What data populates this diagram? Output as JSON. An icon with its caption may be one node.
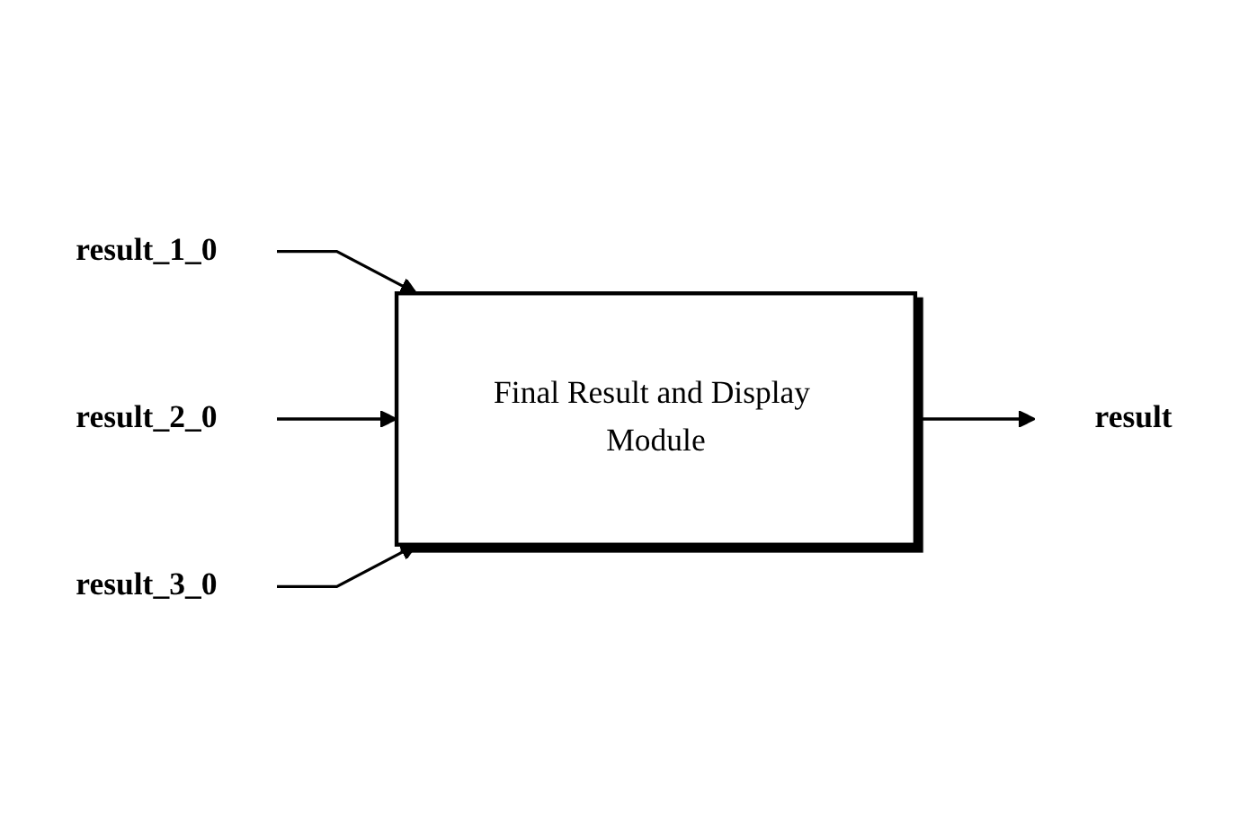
{
  "diagram": {
    "nodes": [
      {
        "text": [
          "result_1_0"
        ]
      },
      {
        "text": [
          "result_2_0"
        ]
      },
      {
        "text": [
          "result_3_0"
        ]
      },
      {
        "text": [
          "Final Result and Display Module"
        ]
      },
      {
        "text": [
          "result"
        ]
      }
    ],
    "edges": [
      {
        "from": 0,
        "to": 3,
        "arrow": "to"
      },
      {
        "from": 1,
        "to": 3,
        "arrow": "to"
      },
      {
        "from": 2,
        "to": 3,
        "arrow": "to"
      },
      {
        "from": 3,
        "to": 4,
        "arrow": "to"
      }
    ]
  }
}
